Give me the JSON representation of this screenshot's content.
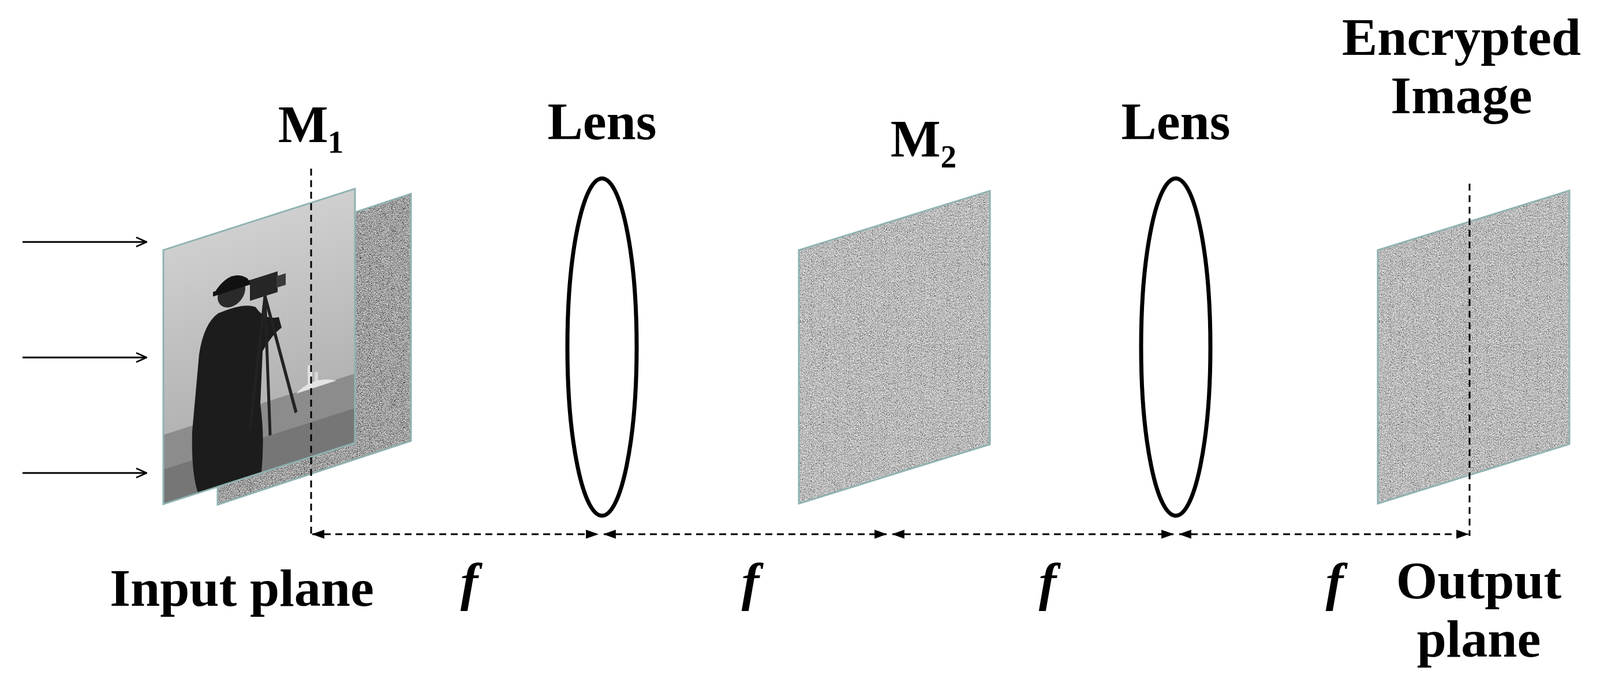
{
  "diagram": {
    "labels": [
      "Encrypted Image",
      "M₁",
      "Lens",
      "M₂",
      "Lens",
      "Input plane",
      "f",
      "f",
      "f",
      "f",
      "Output plane"
    ]
  }
}
